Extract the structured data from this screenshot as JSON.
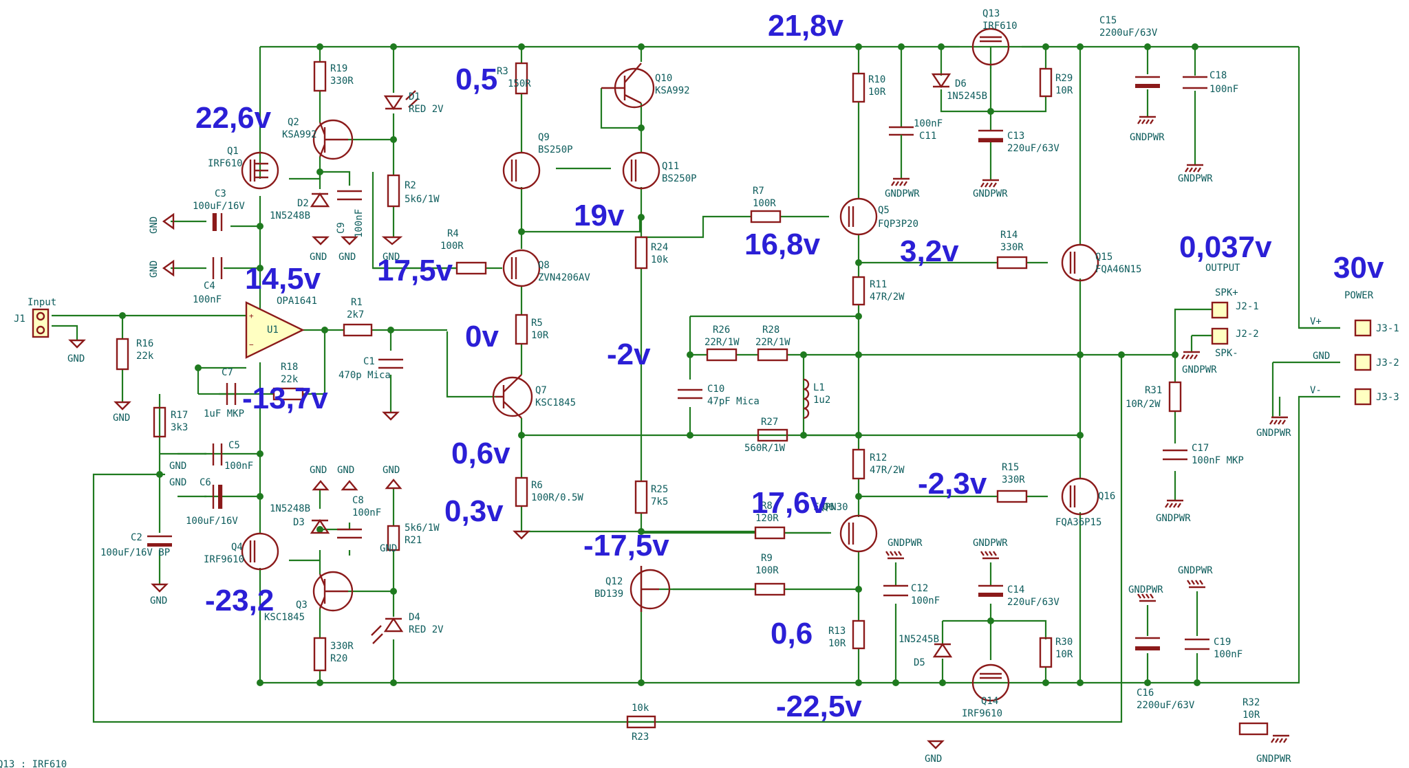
{
  "voltages": {
    "v21_8": "21,8v",
    "v22_6": "22,6v",
    "v0_5": "0,5",
    "v14_5": "14,5v",
    "v17_5": "17,5v",
    "v19": "19v",
    "v16_8": "16,8v",
    "v3_2": "3,2v",
    "v0_037": "0,037v",
    "v30": "30v",
    "v0": "0v",
    "vm2": "-2v",
    "vm13_7": "-13,7v",
    "v0_6v": "0,6v",
    "v0_3": "0,3v",
    "v17_6": "17,6v",
    "vm2_3": "-2,3v",
    "vm17_5": "-17,5v",
    "vm23_2": "-23,2",
    "v0_6": "0,6",
    "vm22_5": "-22,5v"
  },
  "components": {
    "R19": [
      "R19",
      "330R"
    ],
    "D1": [
      "D1",
      "RED 2V"
    ],
    "R3": [
      "R3",
      "150R"
    ],
    "Q10": [
      "Q10",
      "KSA992"
    ],
    "Q13": [
      "Q13",
      "IRF610"
    ],
    "C15": [
      "C15",
      "2200uF/63V"
    ],
    "R10": [
      "R10",
      "10R"
    ],
    "D6": [
      "D6",
      "1N5245B"
    ],
    "R29": [
      "R29",
      "10R"
    ],
    "C18": [
      "C18",
      "100nF"
    ],
    "Q2": [
      "Q2",
      "KSA992"
    ],
    "Q1": [
      "Q1",
      "IRF610"
    ],
    "Q9": [
      "Q9",
      "BS250P"
    ],
    "Q11": [
      "Q11",
      "BS250P"
    ],
    "C11": [
      "100nF",
      "C11"
    ],
    "C13": [
      "C13",
      "220uF/63V"
    ],
    "R2": [
      "R2",
      "5k6/1W"
    ],
    "C3": [
      "C3",
      "100uF/16V"
    ],
    "D2": [
      "D2",
      "1N5248B"
    ],
    "C9": [
      "C9",
      "100nF"
    ],
    "R7": [
      "R7",
      "100R"
    ],
    "Q5": [
      "Q5",
      "FQP3P20"
    ],
    "R24": [
      "R24",
      "10k"
    ],
    "R4": [
      "R4",
      "100R"
    ],
    "Q8": [
      "Q8",
      "ZVN4206AV"
    ],
    "R14": [
      "R14",
      "330R"
    ],
    "Q15": [
      "Q15",
      "FQA46N15"
    ],
    "C4": [
      "C4",
      "100nF"
    ],
    "U1": [
      "U1",
      "OPA1641"
    ],
    "R1": [
      "R1",
      "2k7"
    ],
    "R11": [
      "R11",
      "47R/2W"
    ],
    "R5": [
      "R5",
      "10R"
    ],
    "J1": [
      "J1",
      "Input"
    ],
    "R16": [
      "R16",
      "22k"
    ],
    "R26": [
      "R26",
      "22R/1W"
    ],
    "R28": [
      "R28",
      "22R/1W"
    ],
    "C1": [
      "C1",
      "470p Mica"
    ],
    "C7": [
      "C7",
      "1uF MKP"
    ],
    "R18": [
      "R18",
      "22k"
    ],
    "Q7": [
      "Q7",
      "KSC1845"
    ],
    "C10": [
      "C10",
      "47pF Mica"
    ],
    "L1": [
      "L1",
      "1u2"
    ],
    "R31": [
      "R31",
      "10R/2W"
    ],
    "R17": [
      "R17",
      "3k3"
    ],
    "R27": [
      "R27",
      "560R/1W"
    ],
    "C17": [
      "C17",
      "100nF MKP"
    ],
    "C5": [
      "C5",
      "100nF"
    ],
    "R12": [
      "R12",
      "47R/2W"
    ],
    "R15": [
      "R15",
      "330R"
    ],
    "Q16": [
      "Q16",
      "FQA36P15"
    ],
    "C6": [
      "C6",
      "100uF/16V"
    ],
    "D3": [
      "D3",
      "1N5248B"
    ],
    "C8": [
      "C8",
      "100nF"
    ],
    "R21": [
      "R21",
      "5k6/1W"
    ],
    "R6": [
      "R6",
      "100R/0.5W"
    ],
    "R25": [
      "R25",
      "7k5"
    ],
    "R8": [
      "R8",
      "120R"
    ],
    "Q6": [
      "Q6",
      "FQPN30"
    ],
    "C2": [
      "C2",
      "100uF/16V BP"
    ],
    "Q4": [
      "Q4",
      "IRF9610"
    ],
    "Q3": [
      "Q3",
      "KSC1845"
    ],
    "R9": [
      "R9",
      "100R"
    ],
    "C12": [
      "C12",
      "100nF"
    ],
    "C14": [
      "C14",
      "220uF/63V"
    ],
    "Q12": [
      "Q12",
      "BD139"
    ],
    "D4": [
      "D4",
      "RED 2V"
    ],
    "R20": [
      "R20",
      "330R"
    ],
    "R13": [
      "R13",
      "10R"
    ],
    "D5": [
      "D5",
      "1N5245B"
    ],
    "R30": [
      "R30",
      "10R"
    ],
    "C19": [
      "C19",
      "100nF"
    ],
    "C16": [
      "C16",
      "2200uF/63V"
    ],
    "Q14": [
      "Q14",
      "IRF9610"
    ],
    "R23": [
      "R23",
      "10k"
    ],
    "R32": [
      "R32",
      "10R"
    ],
    "J2": [
      "J2-1",
      "J2-2"
    ],
    "J3": [
      "J3-1",
      "J3-2",
      "J3-3"
    ]
  },
  "nets": {
    "gnd": "GND",
    "gndpwr": "GNDPWR",
    "output": "OUTPUT",
    "power": "POWER",
    "spk_plus": "SPK+",
    "spk_minus": "SPK-",
    "vplus": "V+",
    "vminus": "V-"
  },
  "footer_note": "Q13 : IRF610"
}
